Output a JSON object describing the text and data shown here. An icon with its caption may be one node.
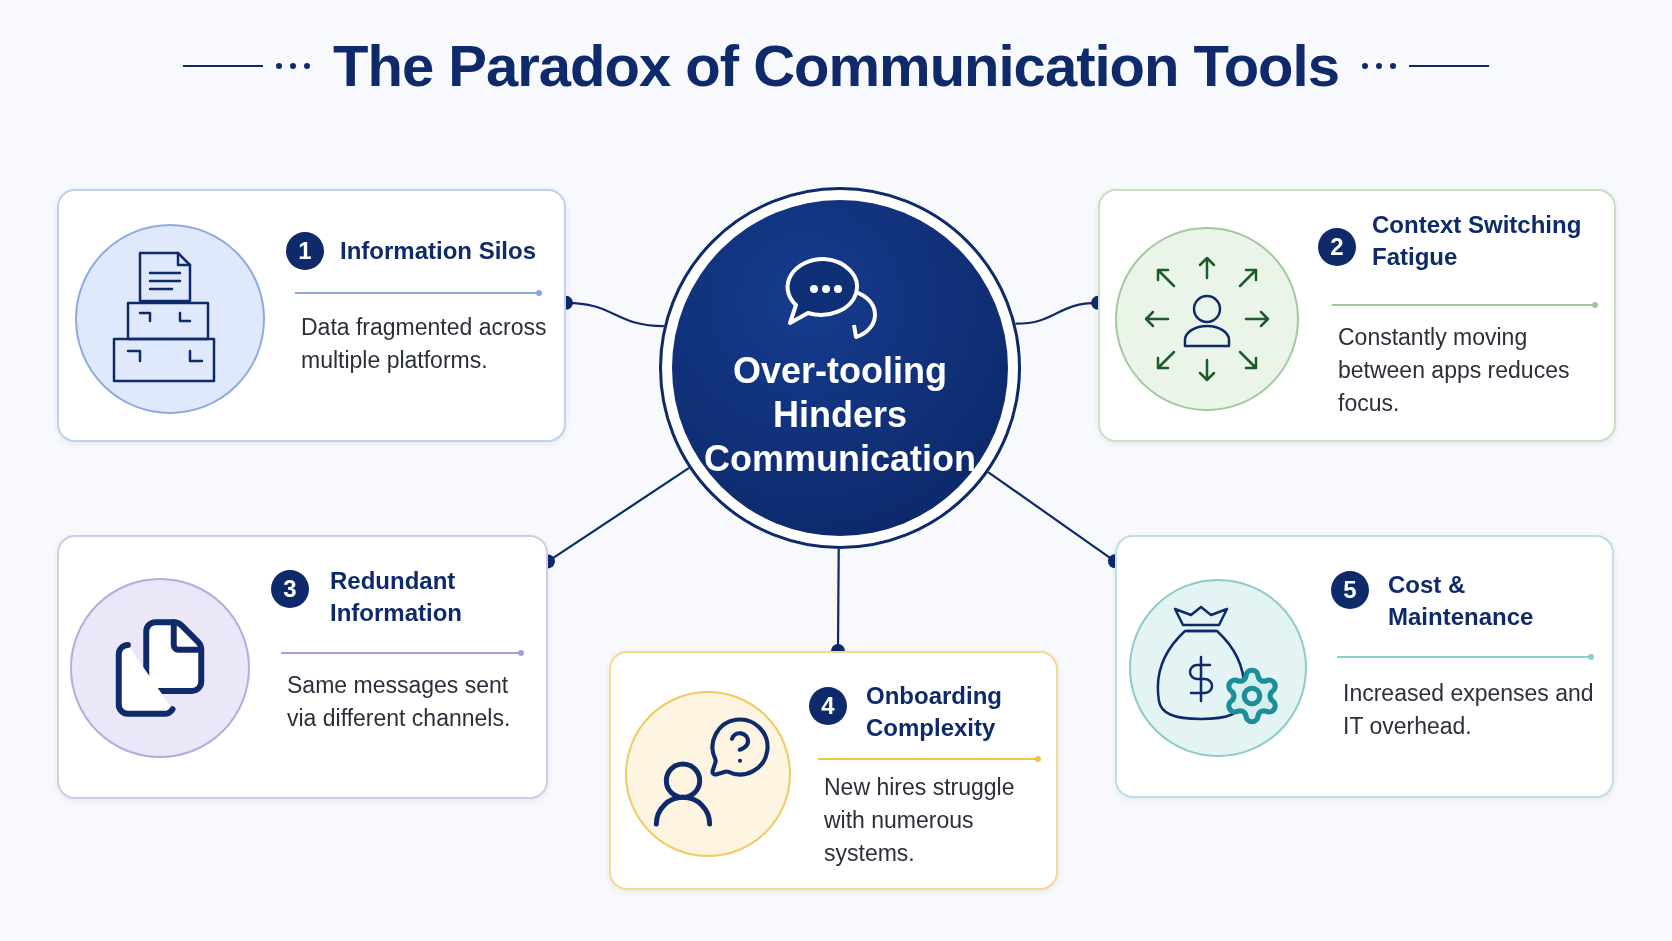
{
  "diagram": {
    "title": "The Paradox of Communication Tools",
    "nodes": [
      {
        "text": [
          "Over-tooling Hinders Communication"
        ]
      },
      {
        "text": [
          "Information Silos",
          "Data fragmented across multiple platforms."
        ]
      },
      {
        "text": [
          "1"
        ],
        "in": 1
      },
      {
        "text": [
          "Context Switching Fatigue",
          "Constantly moving between apps reduces focus."
        ]
      },
      {
        "text": [
          "2"
        ],
        "in": 3
      },
      {
        "text": [
          "Redundant Information",
          "Same messages sent via different channels."
        ]
      },
      {
        "text": [
          "3"
        ],
        "in": 5
      },
      {
        "text": [
          "Onboarding Complexity",
          "New hires struggle with numerous systems."
        ]
      },
      {
        "text": [
          "4"
        ],
        "in": 7
      },
      {
        "text": [
          "Cost & Maintenance",
          "Increased expenses and IT overhead."
        ]
      },
      {
        "text": [
          "5"
        ],
        "in": 9
      }
    ],
    "edges": [
      {
        "from": 0,
        "to": 1,
        "arrow": "other"
      },
      {
        "from": 0,
        "to": 3,
        "arrow": "other"
      },
      {
        "from": 0,
        "to": 5,
        "arrow": "other"
      },
      {
        "from": 0,
        "to": 7,
        "arrow": "other"
      },
      {
        "from": 0,
        "to": 9,
        "arrow": "other"
      }
    ]
  }
}
